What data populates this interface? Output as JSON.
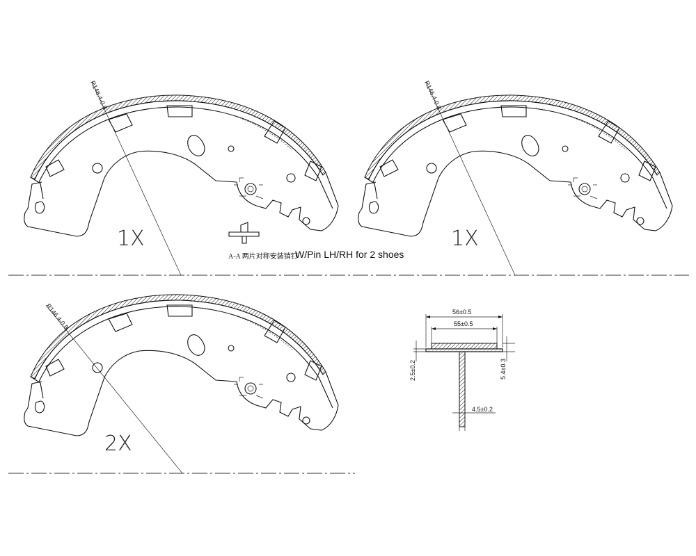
{
  "shoes": [
    {
      "quantity_label": "1X",
      "radius_label": "R146.4-0.8"
    },
    {
      "quantity_label": "1X",
      "radius_label": "R146.4-0.8"
    },
    {
      "quantity_label": "2X",
      "radius_label": "R146.4-0.8"
    }
  ],
  "notes": {
    "section_note": "A-A 两片对称安装销钉",
    "pin_note": "W/Pin LH/RH for 2 shoes"
  },
  "section_dimensions": {
    "overall_width": "56±0.5",
    "lining_width": "55±0.5",
    "rim_thickness": "2.5±0.2",
    "lining_thickness": "5.4±0.3",
    "web_thickness": "4.5±0.2"
  }
}
